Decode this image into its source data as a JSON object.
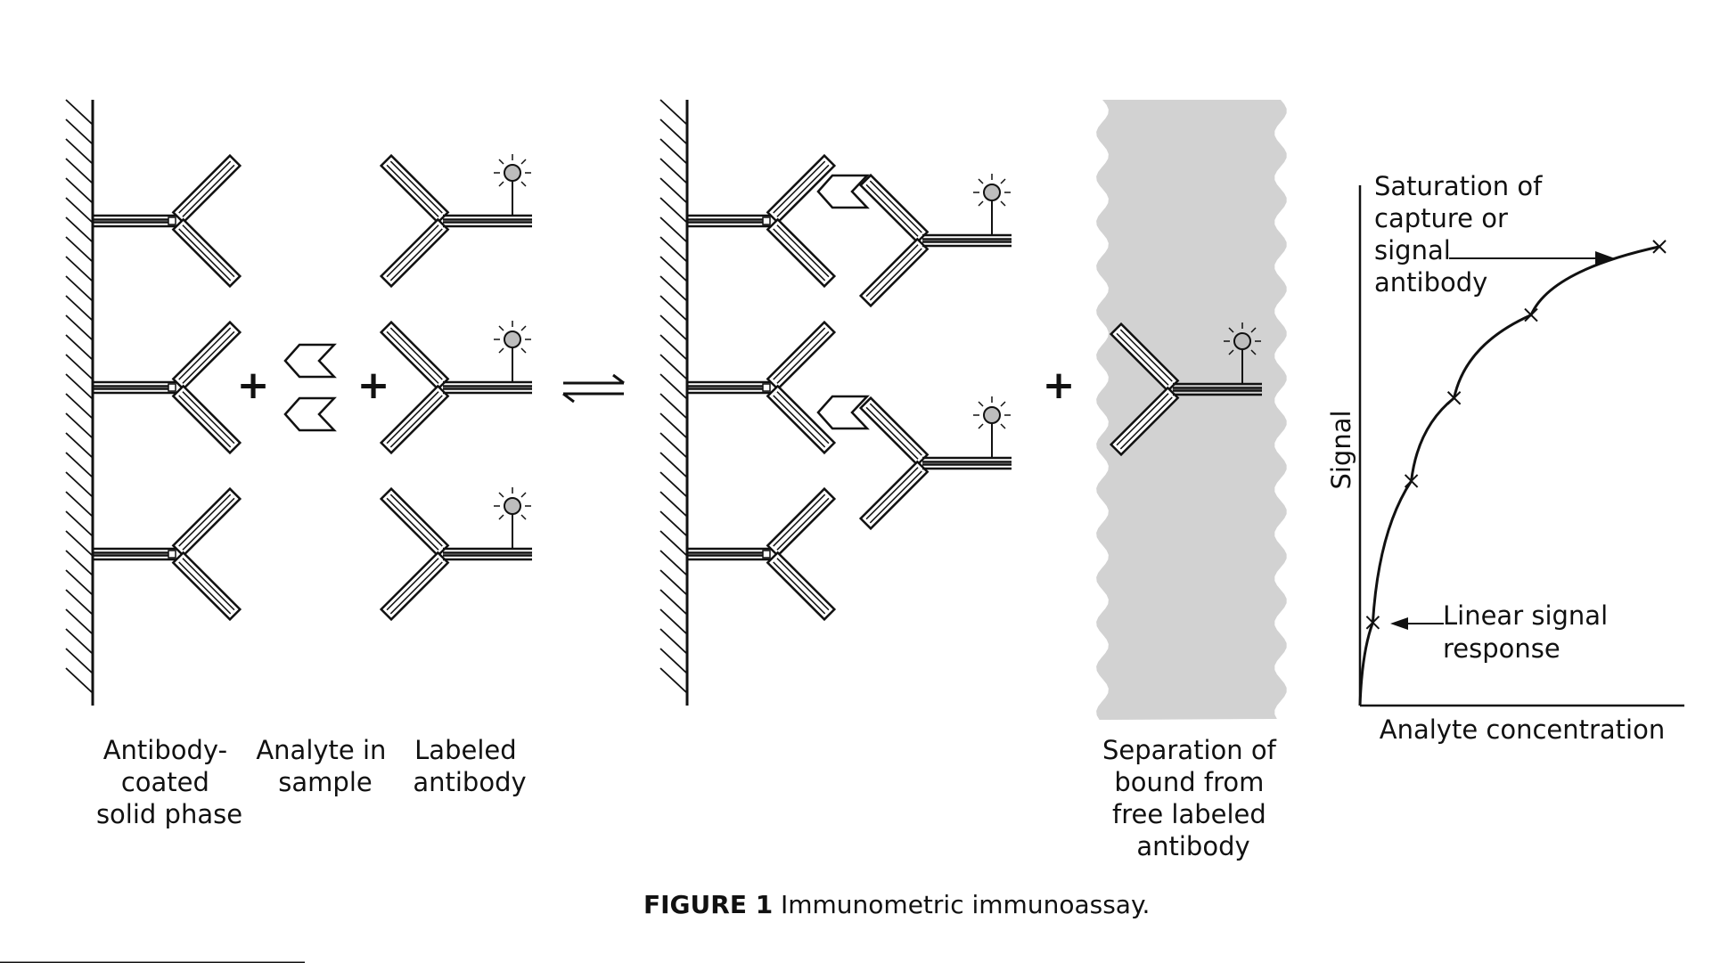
{
  "labels": {
    "solid_phase": [
      "Antibody-",
      "coated",
      "solid phase"
    ],
    "analyte": [
      "Analyte in",
      "sample"
    ],
    "labeled": [
      "Labeled",
      "antibody"
    ],
    "separation": [
      "Separation of",
      "bound from",
      "free labeled",
      "antibody"
    ]
  },
  "symbols": {
    "plus": "+",
    "equilibrium": "⇌"
  },
  "graph": {
    "ylabel": "Signal",
    "xlabel": "Analyte concentration",
    "saturation": [
      "Saturation of",
      "capture or",
      "signal",
      "antibody"
    ],
    "linear": [
      "Linear signal",
      "response"
    ],
    "curve_points": [
      [
        0,
        0
      ],
      [
        0.03,
        0.17
      ],
      [
        0.12,
        0.46
      ],
      [
        0.22,
        0.63
      ],
      [
        0.4,
        0.8
      ],
      [
        0.7,
        0.94
      ]
    ]
  },
  "caption": {
    "label": "FIGURE 1",
    "text": "Immunometric immunoassay."
  },
  "colors": {
    "ink": "#111111",
    "separation_band": "#d2d2d2",
    "label_dot": "#bdbdbd"
  }
}
